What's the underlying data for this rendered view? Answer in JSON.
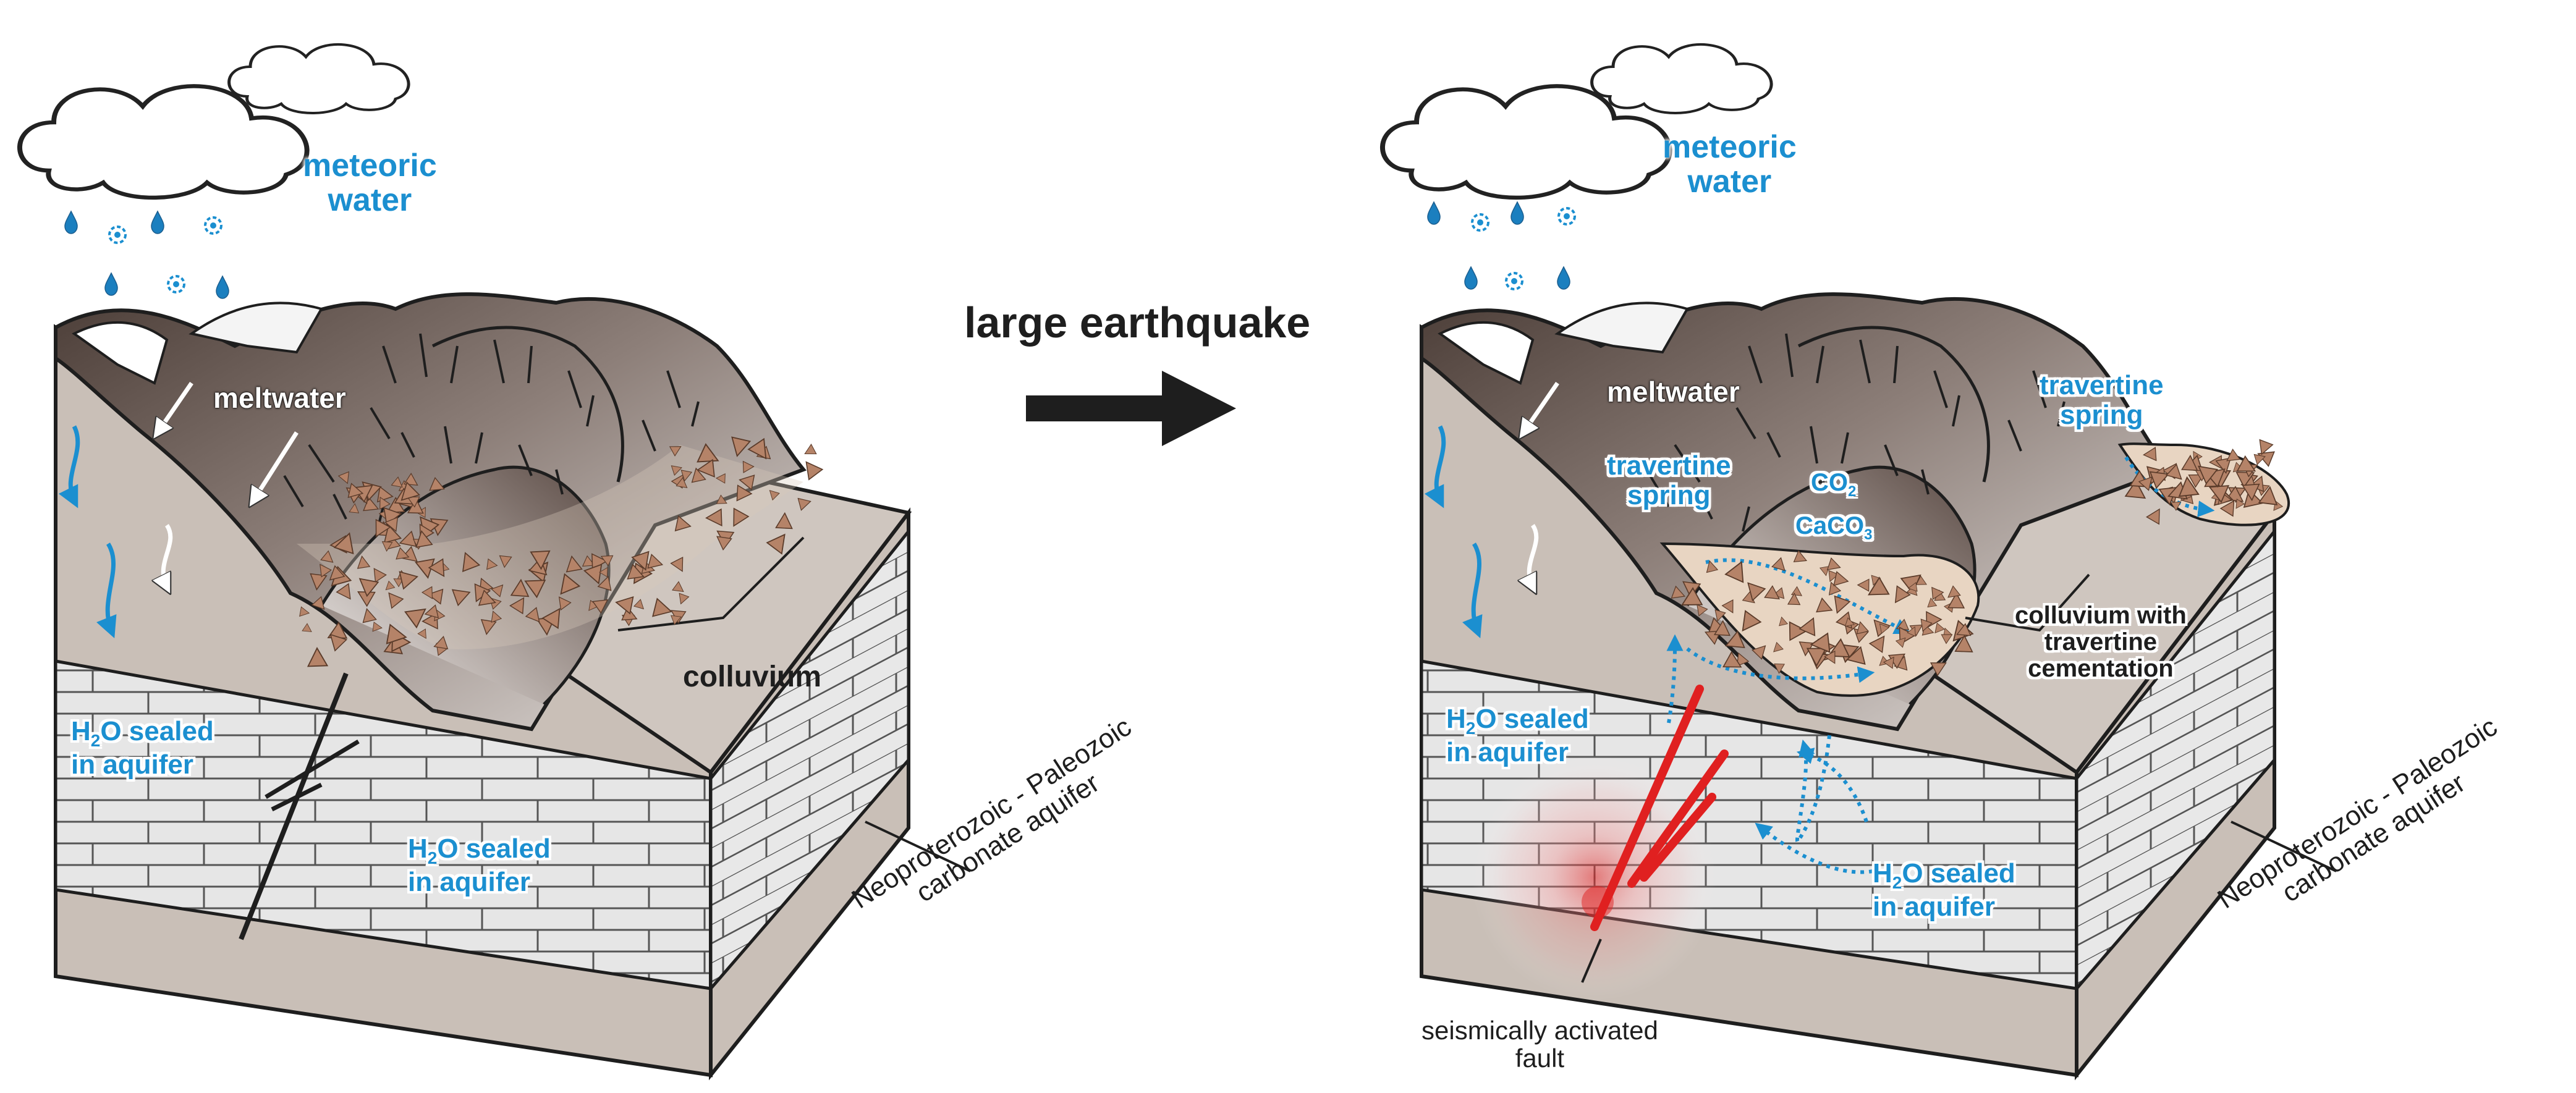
{
  "transition": {
    "label": "large earthquake"
  },
  "left_panel": {
    "meteoric_water": {
      "line1": "meteoric",
      "line2": "water"
    },
    "meltwater": "meltwater",
    "colluvium": "colluvium",
    "h2o_upper": {
      "prefix": "H",
      "sub": "2",
      "suffix": "O sealed",
      "line2": "in aquifer"
    },
    "h2o_lower": {
      "prefix": "H",
      "sub": "2",
      "suffix": "O sealed",
      "line2": "in aquifer"
    },
    "aquifer": {
      "line1": "Neoproterozoic - Paleozoic",
      "line2": "carbonate aquifer"
    }
  },
  "right_panel": {
    "meteoric_water": {
      "line1": "meteoric",
      "line2": "water"
    },
    "meltwater": "meltwater",
    "travertine_spring_left": {
      "line1": "travertine",
      "line2": "spring"
    },
    "travertine_spring_right": {
      "line1": "travertine",
      "line2": "spring"
    },
    "co2": {
      "base": "CO",
      "sub": "2"
    },
    "caco3": {
      "base": "CaCO",
      "sub": "3"
    },
    "colluvium_cemented": {
      "line1": "colluvium with",
      "line2": "travertine",
      "line3": "cementation"
    },
    "h2o_upper": {
      "prefix": "H",
      "sub": "2",
      "suffix": "O sealed",
      "line2": "in aquifer"
    },
    "h2o_lower": {
      "prefix": "H",
      "sub": "2",
      "suffix": "O sealed",
      "line2": "in aquifer"
    },
    "fault": {
      "line1": "seismically activated",
      "line2": "fault"
    },
    "aquifer": {
      "line1": "Neoproterozoic - Paleozoic",
      "line2": "carbonate aquifer"
    }
  },
  "colors": {
    "water_blue": "#1b8fd0",
    "fault_red": "#e02020",
    "block_face": "#c9bfb7",
    "block_top": "#cfc6bf",
    "limestone": "#e6e6e6",
    "colluvium_fill": "#e8d5c2",
    "clast": "#b58368",
    "outline": "#1e1e1e"
  },
  "icons": [
    "cloud-icon",
    "raindrop-icon",
    "snowflake-icon",
    "arrow-right-icon",
    "flow-arrow-icon"
  ]
}
